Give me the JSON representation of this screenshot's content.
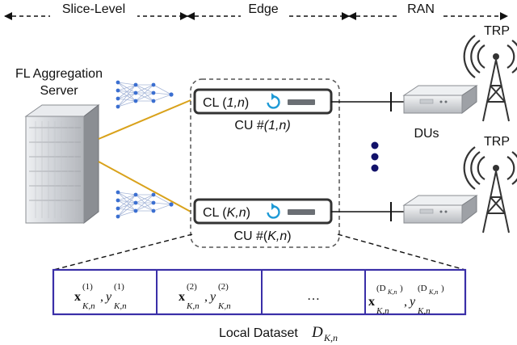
{
  "regions": {
    "slice_level": "Slice-Level",
    "edge": "Edge",
    "ran": "RAN"
  },
  "server": {
    "label_line1": "FL Aggregation",
    "label_line2": "Server"
  },
  "cu_top": {
    "cl_prefix": "CL (",
    "cl_index": "1,n",
    "cl_suffix": ")",
    "cu_prefix": "CU #",
    "cu_index": "(1,n)"
  },
  "cu_bottom": {
    "cl_prefix": "CL (",
    "cl_index": "K,n",
    "cl_suffix": ")",
    "cu_prefix": "CU #(",
    "cu_index": "K,n",
    "cu_suffix": ")"
  },
  "ran": {
    "trp_top": "TRP",
    "trp_bottom": "TRP",
    "dus": "DUs"
  },
  "dataset": {
    "ellipsis": "…",
    "cells": [
      {
        "x": "x",
        "comma": ",",
        "y": "y",
        "sub": "K,n",
        "sup": "(1)"
      },
      {
        "x": "x",
        "comma": ",",
        "y": "y",
        "sub": "K,n",
        "sup": "(2)"
      },
      {
        "x": "x",
        "comma": ",",
        "y": "y",
        "sub": "K,n",
        "sup": "(D",
        "sup_sub": "K,n",
        "sup_close": ")"
      }
    ],
    "caption_text": "Local Dataset ",
    "caption_symbol": "D",
    "caption_sub": "K,n"
  },
  "colors": {
    "link": "#d9a21b",
    "dataset_border": "#3a2fa8",
    "refresh": "#1e9ad6",
    "dots": "#12126a",
    "nn_node": "#3b6fd1",
    "nn_edge": "#a6b6d8",
    "rack_body": "#d7d9dd",
    "rack_side": "#8e9196"
  }
}
